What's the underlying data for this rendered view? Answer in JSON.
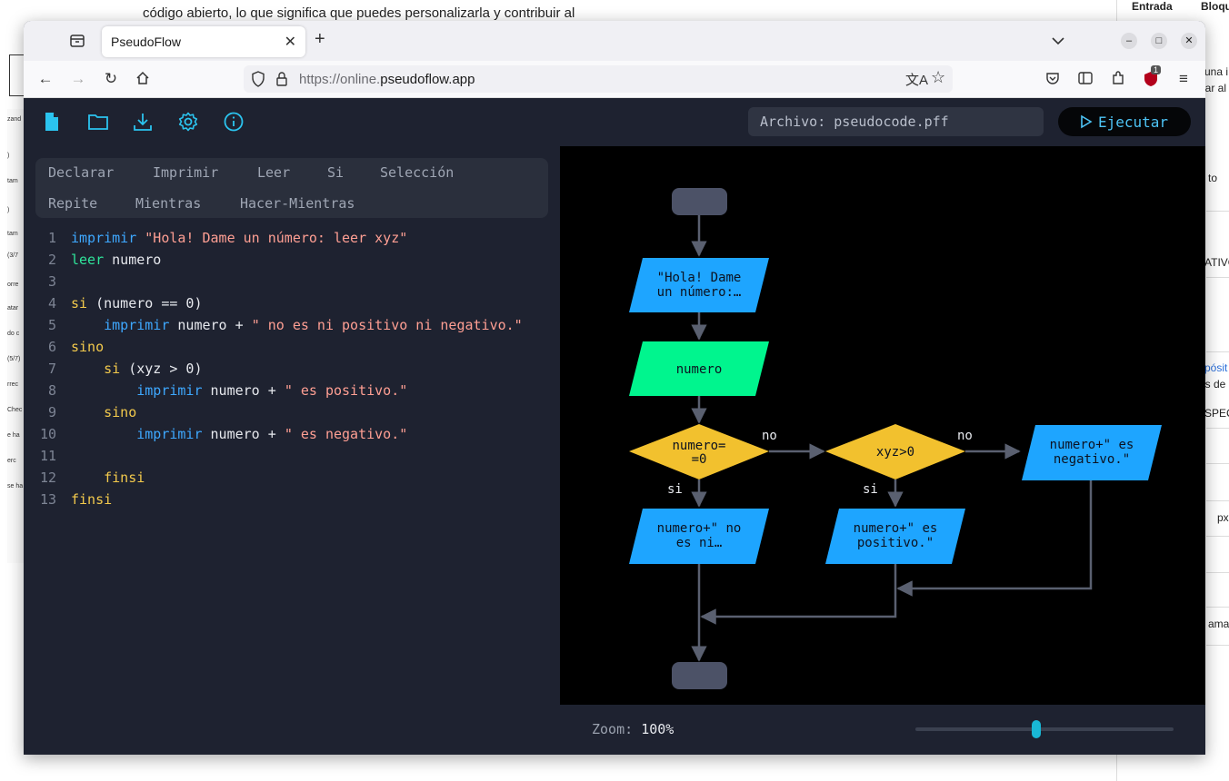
{
  "background": {
    "text": "código abierto, lo que significa que puedes personalizarla y contribuir al",
    "right_tabs": [
      "Entrada",
      "Bloque"
    ],
    "right_fragments": [
      "una i",
      "ear al",
      "to",
      "ATIVO",
      "pósit",
      "es de",
      "SPECT",
      "px",
      "amañ"
    ],
    "left_fragments": [
      "zand",
      ")",
      "tam",
      ")",
      "tam",
      "(3/7",
      "orre",
      "atar",
      "do c",
      "(5/7)",
      "rrec",
      "Chec",
      "e ha",
      "erc",
      "se ha"
    ]
  },
  "browser": {
    "tab_title": "PseudoFlow",
    "url_prefix": "https://online.",
    "url_domain": "pseudoflow.app",
    "extension_badge": "1"
  },
  "toolbar": {
    "file_label": "Archivo: pseudocode.pff",
    "run_label": "Ejecutar"
  },
  "palette": {
    "items": [
      "Declarar",
      "Imprimir",
      "Leer",
      "Si",
      "Selección",
      "Repite",
      "Mientras",
      "Hacer-Mientras"
    ]
  },
  "code": {
    "line_numbers": [
      "1",
      "2",
      "3",
      "4",
      "5",
      "6",
      "7",
      "8",
      "9",
      "10",
      "11",
      "12",
      "13"
    ],
    "lines": [
      [
        {
          "t": "imprimir",
          "c": "kw-blue"
        },
        {
          "t": " ",
          "c": ""
        },
        {
          "t": "\"Hola! Dame un número: leer xyz\"",
          "c": "str"
        }
      ],
      [
        {
          "t": "leer",
          "c": "kw-green"
        },
        {
          "t": " numero",
          "c": ""
        }
      ],
      [],
      [
        {
          "t": "si",
          "c": "kw-yellow"
        },
        {
          "t": " (numero == 0)",
          "c": ""
        }
      ],
      [
        {
          "t": "    ",
          "c": ""
        },
        {
          "t": "imprimir",
          "c": "kw-blue"
        },
        {
          "t": " numero + ",
          "c": ""
        },
        {
          "t": "\" no es ni positivo ni negativo.\"",
          "c": "str"
        }
      ],
      [
        {
          "t": "sino",
          "c": "kw-yellow"
        }
      ],
      [
        {
          "t": "    ",
          "c": ""
        },
        {
          "t": "si",
          "c": "kw-yellow"
        },
        {
          "t": " (xyz > 0)",
          "c": ""
        }
      ],
      [
        {
          "t": "        ",
          "c": ""
        },
        {
          "t": "imprimir",
          "c": "kw-blue"
        },
        {
          "t": " numero + ",
          "c": ""
        },
        {
          "t": "\" es positivo.\"",
          "c": "str"
        }
      ],
      [
        {
          "t": "    ",
          "c": ""
        },
        {
          "t": "sino",
          "c": "kw-yellow"
        }
      ],
      [
        {
          "t": "        ",
          "c": ""
        },
        {
          "t": "imprimir",
          "c": "kw-blue"
        },
        {
          "t": " numero + ",
          "c": ""
        },
        {
          "t": "\" es negativo.\"",
          "c": "str"
        }
      ],
      [],
      [
        {
          "t": "    ",
          "c": ""
        },
        {
          "t": "finsi",
          "c": "kw-yellow"
        }
      ],
      [
        {
          "t": "finsi",
          "c": "kw-yellow"
        }
      ]
    ]
  },
  "flowchart": {
    "print1": [
      "\"Hola! Dame",
      "un número:…"
    ],
    "read1": "numero",
    "decision1": [
      "numero=",
      "=0"
    ],
    "decision2": "xyz>0",
    "print_zero": [
      "numero+\" no",
      "es ni…"
    ],
    "print_pos": [
      "numero+\" es",
      "positivo.\""
    ],
    "print_neg": [
      "numero+\" es",
      "negativo.\""
    ],
    "label_yes": "si",
    "label_no": "no",
    "colors": {
      "terminal": "#4c5267",
      "io_print": "#1ea5ff",
      "io_read": "#00f58e",
      "decision": "#f2c12e",
      "connector": "#5a6070"
    }
  },
  "zoom": {
    "label": "Zoom:",
    "value": "100%",
    "level": 0.47
  }
}
